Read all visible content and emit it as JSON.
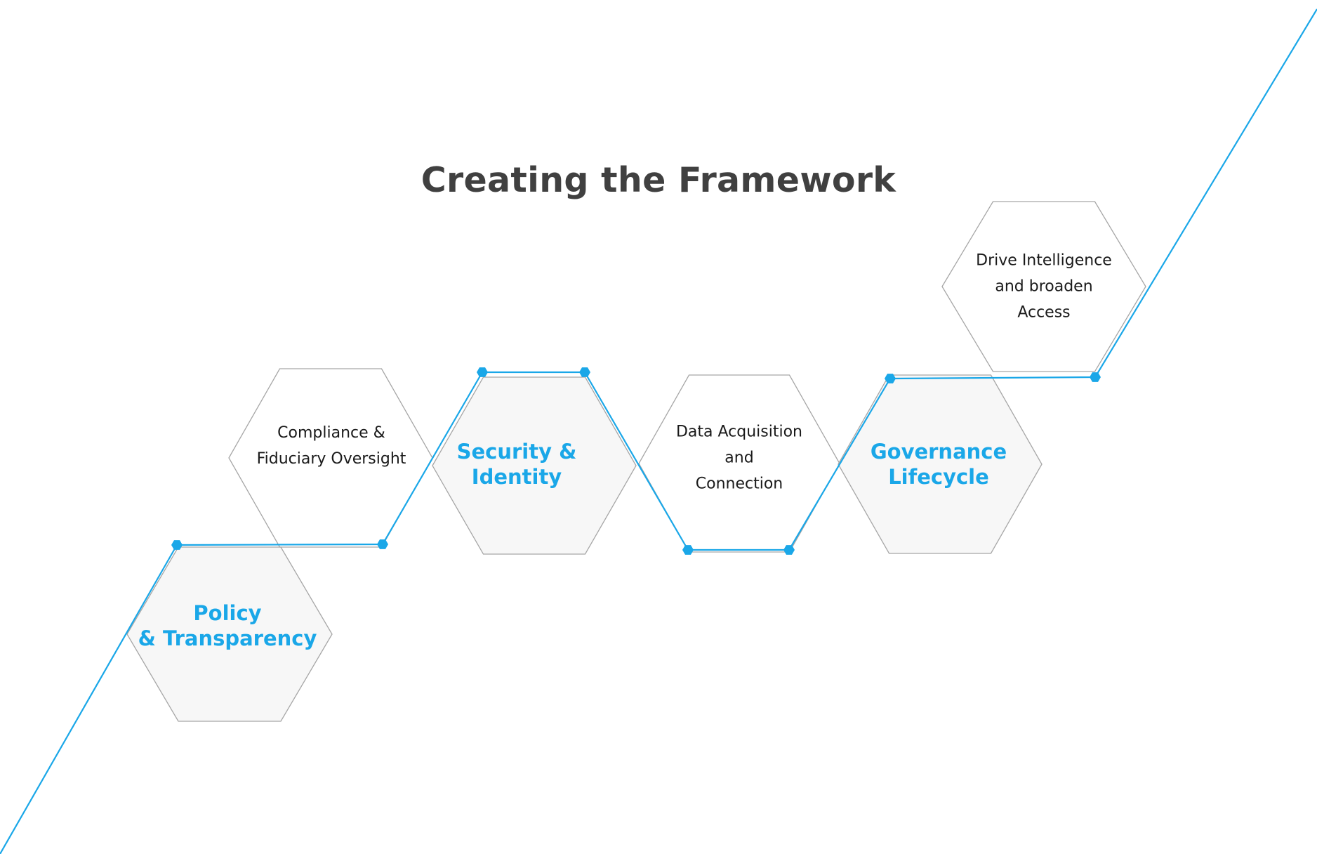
{
  "title": "Creating the Framework",
  "colors": {
    "accent": "#1aa7e8",
    "title": "#404040",
    "secondary_text": "#1a1a1a",
    "hex_fill_primary": "#f7f7f7",
    "hex_stroke": "#a6a6a6"
  },
  "steps": [
    {
      "kind": "primary",
      "lines": [
        "Policy",
        "& Transparency"
      ]
    },
    {
      "kind": "secondary",
      "lines": [
        "Compliance &",
        "Fiduciary Oversight"
      ]
    },
    {
      "kind": "primary",
      "lines": [
        "Security &",
        "Identity"
      ]
    },
    {
      "kind": "secondary",
      "lines": [
        "Data Acquisition",
        "and",
        "Connection"
      ]
    },
    {
      "kind": "primary",
      "lines": [
        "Governance",
        "Lifecycle"
      ]
    },
    {
      "kind": "secondary",
      "lines": [
        "Drive Intelligence",
        "and broaden",
        "Access"
      ]
    }
  ]
}
